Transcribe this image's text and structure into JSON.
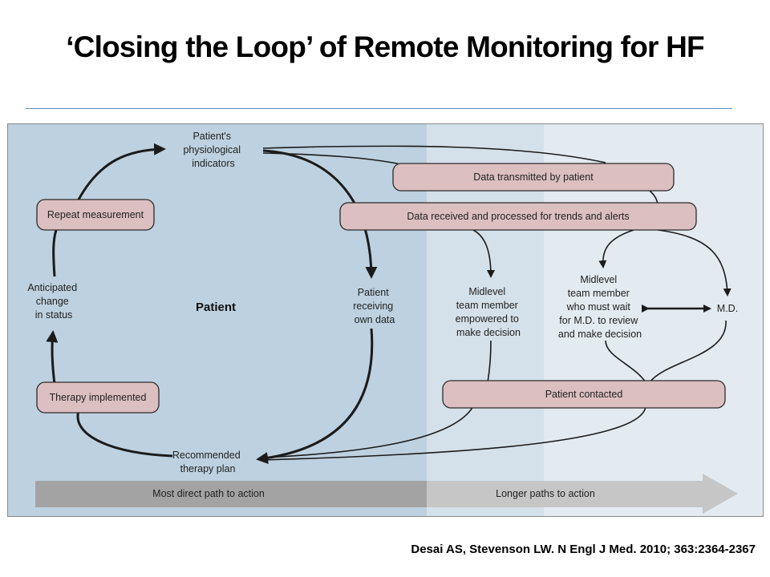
{
  "slide": {
    "title": "‘Closing the Loop’ of Remote Monitoring for HF",
    "citation": "Desai AS, Stevenson LW. N Engl J Med. 2010; 363:2364-2367"
  },
  "colors": {
    "patient_zone": "#bdd1e0",
    "middle_zone": "#d4e1ea",
    "right_zone": "#e3eaf0",
    "box_fill": "#dcbfc1",
    "path_bar": "#a9a9a9"
  },
  "diagram": {
    "region_label": "Patient",
    "nodes": {
      "physiological_indicators": [
        "Patient's",
        "physiological",
        "indicators"
      ],
      "repeat_measurement": "Repeat measurement",
      "anticipated_change": [
        "Anticipated",
        "change",
        "in status"
      ],
      "therapy_implemented": "Therapy implemented",
      "recommended_plan": [
        "Recommended",
        "therapy plan"
      ],
      "patient_own_data": [
        "Patient",
        "receiving",
        "own data"
      ],
      "data_transmitted": "Data transmitted by patient",
      "data_received": "Data received and processed for trends and alerts",
      "midlevel_empowered": [
        "Midlevel",
        "team member",
        "empowered to",
        "make decision"
      ],
      "midlevel_wait": [
        "Midlevel",
        "team member",
        "who must wait",
        "for M.D. to review",
        "and make decision"
      ],
      "md": "M.D.",
      "patient_contacted": "Patient contacted"
    },
    "paths": {
      "direct": "Most direct path to action",
      "longer": "Longer paths to action"
    }
  }
}
